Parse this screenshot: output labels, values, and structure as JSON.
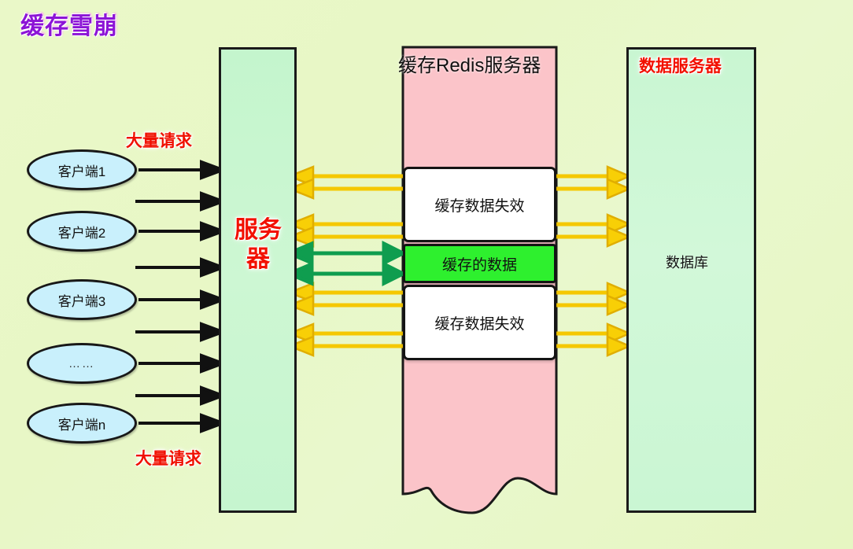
{
  "title": "缓存雪崩",
  "colors": {
    "background_start": "#eaf8c8",
    "title_purple": "#8c14d6",
    "label_red": "#f21000",
    "client_fill": "#c9f0fc",
    "server_fill": "#c8f6d0",
    "redis_fill": "#fbc4c9",
    "cache_valid_fill": "#2ef02e",
    "cache_invalid_fill": "#ffffff",
    "db_cylinder_fill": "#0ad24e",
    "arrow_black": "#111111",
    "arrow_yellow": "#f5c800",
    "arrow_green": "#0f9d4f"
  },
  "clients": [
    {
      "label": "客户端1"
    },
    {
      "label": "客户端2"
    },
    {
      "label": "客户端3"
    },
    {
      "label": "……"
    },
    {
      "label": "客户端n"
    }
  ],
  "request_labels": {
    "top": "大量请求",
    "bottom": "大量请求"
  },
  "server": {
    "label": "服务器"
  },
  "redis": {
    "label": "缓存Redis服务器",
    "bands": [
      {
        "label": "缓存数据失效",
        "state": "invalid"
      },
      {
        "label": "缓存的数据",
        "state": "valid"
      },
      {
        "label": "缓存数据失效",
        "state": "invalid"
      }
    ]
  },
  "database_server": {
    "label": "数据服务器",
    "cylinder_label": "数据库"
  }
}
